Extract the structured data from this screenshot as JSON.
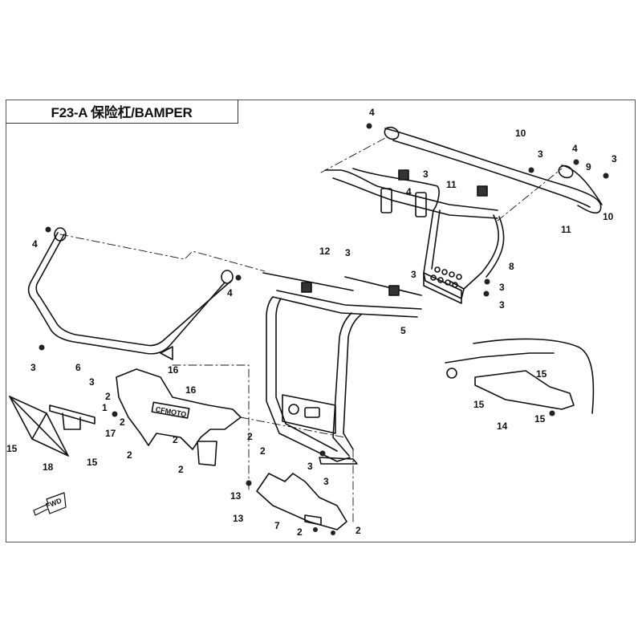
{
  "diagram": {
    "title": "F23-A 保险杠/BAMPER",
    "forward_indicator": "FWD",
    "brand_mark": "CFMOTO",
    "callouts": [
      {
        "id": "c-4a",
        "label": "4",
        "part": "nut"
      },
      {
        "id": "c-10a",
        "label": "10",
        "part": "reflector pad"
      },
      {
        "id": "c-3a",
        "label": "3",
        "part": "bolt"
      },
      {
        "id": "c-4b",
        "label": "4",
        "part": "nut"
      },
      {
        "id": "c-3b",
        "label": "3",
        "part": "bolt"
      },
      {
        "id": "c-9",
        "label": "9",
        "part": "rear upper bar"
      },
      {
        "id": "c-3c",
        "label": "3",
        "part": "bolt"
      },
      {
        "id": "c-4c",
        "label": "4",
        "part": "nut"
      },
      {
        "id": "c-11a",
        "label": "11",
        "part": "clip"
      },
      {
        "id": "c-10b",
        "label": "10",
        "part": "reflector pad"
      },
      {
        "id": "c-11b",
        "label": "11",
        "part": "clip"
      },
      {
        "id": "c-8",
        "label": "8",
        "part": "step bracket"
      },
      {
        "id": "c-3d",
        "label": "3",
        "part": "bolt"
      },
      {
        "id": "c-3e",
        "label": "3",
        "part": "bolt"
      },
      {
        "id": "c-4d",
        "label": "4",
        "part": "nut"
      },
      {
        "id": "c-4e",
        "label": "4",
        "part": "nut"
      },
      {
        "id": "c-12",
        "label": "12",
        "part": "bracket"
      },
      {
        "id": "c-3f",
        "label": "3",
        "part": "bolt"
      },
      {
        "id": "c-3g",
        "label": "3",
        "part": "bolt"
      },
      {
        "id": "c-5",
        "label": "5",
        "part": "bumper frame"
      },
      {
        "id": "c-3h",
        "label": "3",
        "part": "bolt"
      },
      {
        "id": "c-6",
        "label": "6",
        "part": "upper guard bar"
      },
      {
        "id": "c-3i",
        "label": "3",
        "part": "bolt"
      },
      {
        "id": "c-2a",
        "label": "2",
        "part": "screw"
      },
      {
        "id": "c-16a",
        "label": "16",
        "part": "fastener"
      },
      {
        "id": "c-16b",
        "label": "16",
        "part": "fastener"
      },
      {
        "id": "c-1",
        "label": "1",
        "part": "front bumper cover"
      },
      {
        "id": "c-17",
        "label": "17",
        "part": "plate bracket"
      },
      {
        "id": "c-2b",
        "label": "2",
        "part": "screw"
      },
      {
        "id": "c-2c",
        "label": "2",
        "part": "screw"
      },
      {
        "id": "c-2d",
        "label": "2",
        "part": "screw"
      },
      {
        "id": "c-2e",
        "label": "2",
        "part": "screw"
      },
      {
        "id": "c-2f",
        "label": "2",
        "part": "screw"
      },
      {
        "id": "c-15a",
        "label": "15",
        "part": "screw"
      },
      {
        "id": "c-15b",
        "label": "15",
        "part": "screw"
      },
      {
        "id": "c-18",
        "label": "18",
        "part": "license plate"
      },
      {
        "id": "c-2g",
        "label": "2",
        "part": "screw"
      },
      {
        "id": "c-3j",
        "label": "3",
        "part": "bolt"
      },
      {
        "id": "c-3k",
        "label": "3",
        "part": "bolt"
      },
      {
        "id": "c-13a",
        "label": "13",
        "part": "nut"
      },
      {
        "id": "c-13b",
        "label": "13",
        "part": "nut"
      },
      {
        "id": "c-7",
        "label": "7",
        "part": "skid plate"
      },
      {
        "id": "c-2h",
        "label": "2",
        "part": "screw"
      },
      {
        "id": "c-2i",
        "label": "2",
        "part": "screw"
      },
      {
        "id": "c-15c",
        "label": "15",
        "part": "screw"
      },
      {
        "id": "c-15d",
        "label": "15",
        "part": "screw"
      },
      {
        "id": "c-15e",
        "label": "15",
        "part": "screw"
      },
      {
        "id": "c-14",
        "label": "14",
        "part": "guard plate"
      }
    ]
  }
}
